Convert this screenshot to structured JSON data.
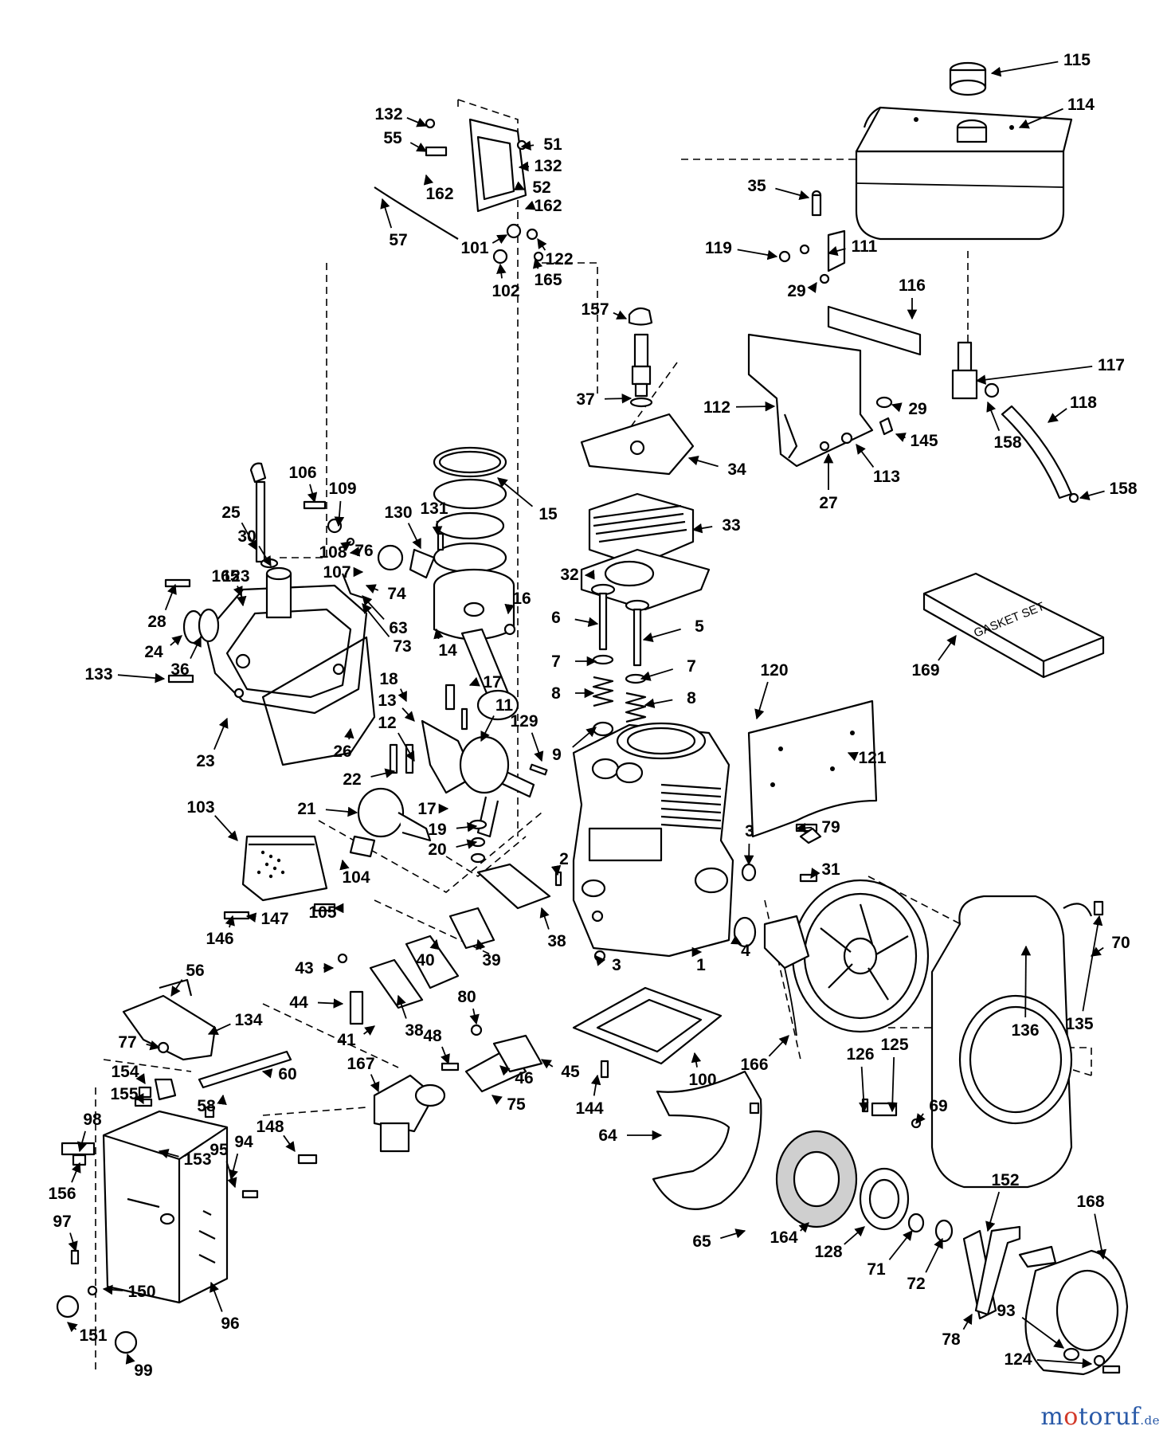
{
  "diagram": {
    "gasket_box_label": "GASKET SET",
    "callouts": [
      "115",
      "114",
      "132",
      "55",
      "51",
      "132",
      "52",
      "162",
      "162",
      "57",
      "101",
      "122",
      "102",
      "165",
      "35",
      "119",
      "111",
      "29",
      "116",
      "157",
      "37",
      "117",
      "112",
      "29",
      "145",
      "118",
      "158",
      "158",
      "34",
      "27",
      "113",
      "106",
      "109",
      "130",
      "131",
      "15",
      "25",
      "30",
      "76",
      "108",
      "107",
      "165",
      "123",
      "74",
      "28",
      "24",
      "36",
      "63",
      "73",
      "133",
      "33",
      "32",
      "16",
      "6",
      "5",
      "14",
      "7",
      "7",
      "8",
      "8",
      "18",
      "17",
      "13",
      "11",
      "12",
      "129",
      "9",
      "23",
      "26",
      "22",
      "169",
      "120",
      "121",
      "17",
      "19",
      "20",
      "21",
      "103",
      "104",
      "146",
      "147",
      "105",
      "3",
      "79",
      "2",
      "31",
      "38",
      "39",
      "40",
      "4",
      "1",
      "3",
      "43",
      "44",
      "56",
      "41",
      "38",
      "80",
      "48",
      "45",
      "46",
      "77",
      "134",
      "60",
      "154",
      "155",
      "167",
      "75",
      "100",
      "144",
      "166",
      "135",
      "136",
      "70",
      "126",
      "125",
      "69",
      "58",
      "148",
      "94",
      "95",
      "98",
      "153",
      "156",
      "97",
      "96",
      "150",
      "151",
      "99",
      "64",
      "65",
      "164",
      "128",
      "71",
      "72",
      "78",
      "152",
      "168",
      "93",
      "124"
    ]
  },
  "watermark": {
    "brand_prefix": "m",
    "brand_o": "o",
    "brand_suffix": "toruf",
    "tld": ".de"
  },
  "colors": {
    "line": "#000000",
    "watermark_blue": "#2a5aa8",
    "watermark_red": "#d23a2a"
  }
}
